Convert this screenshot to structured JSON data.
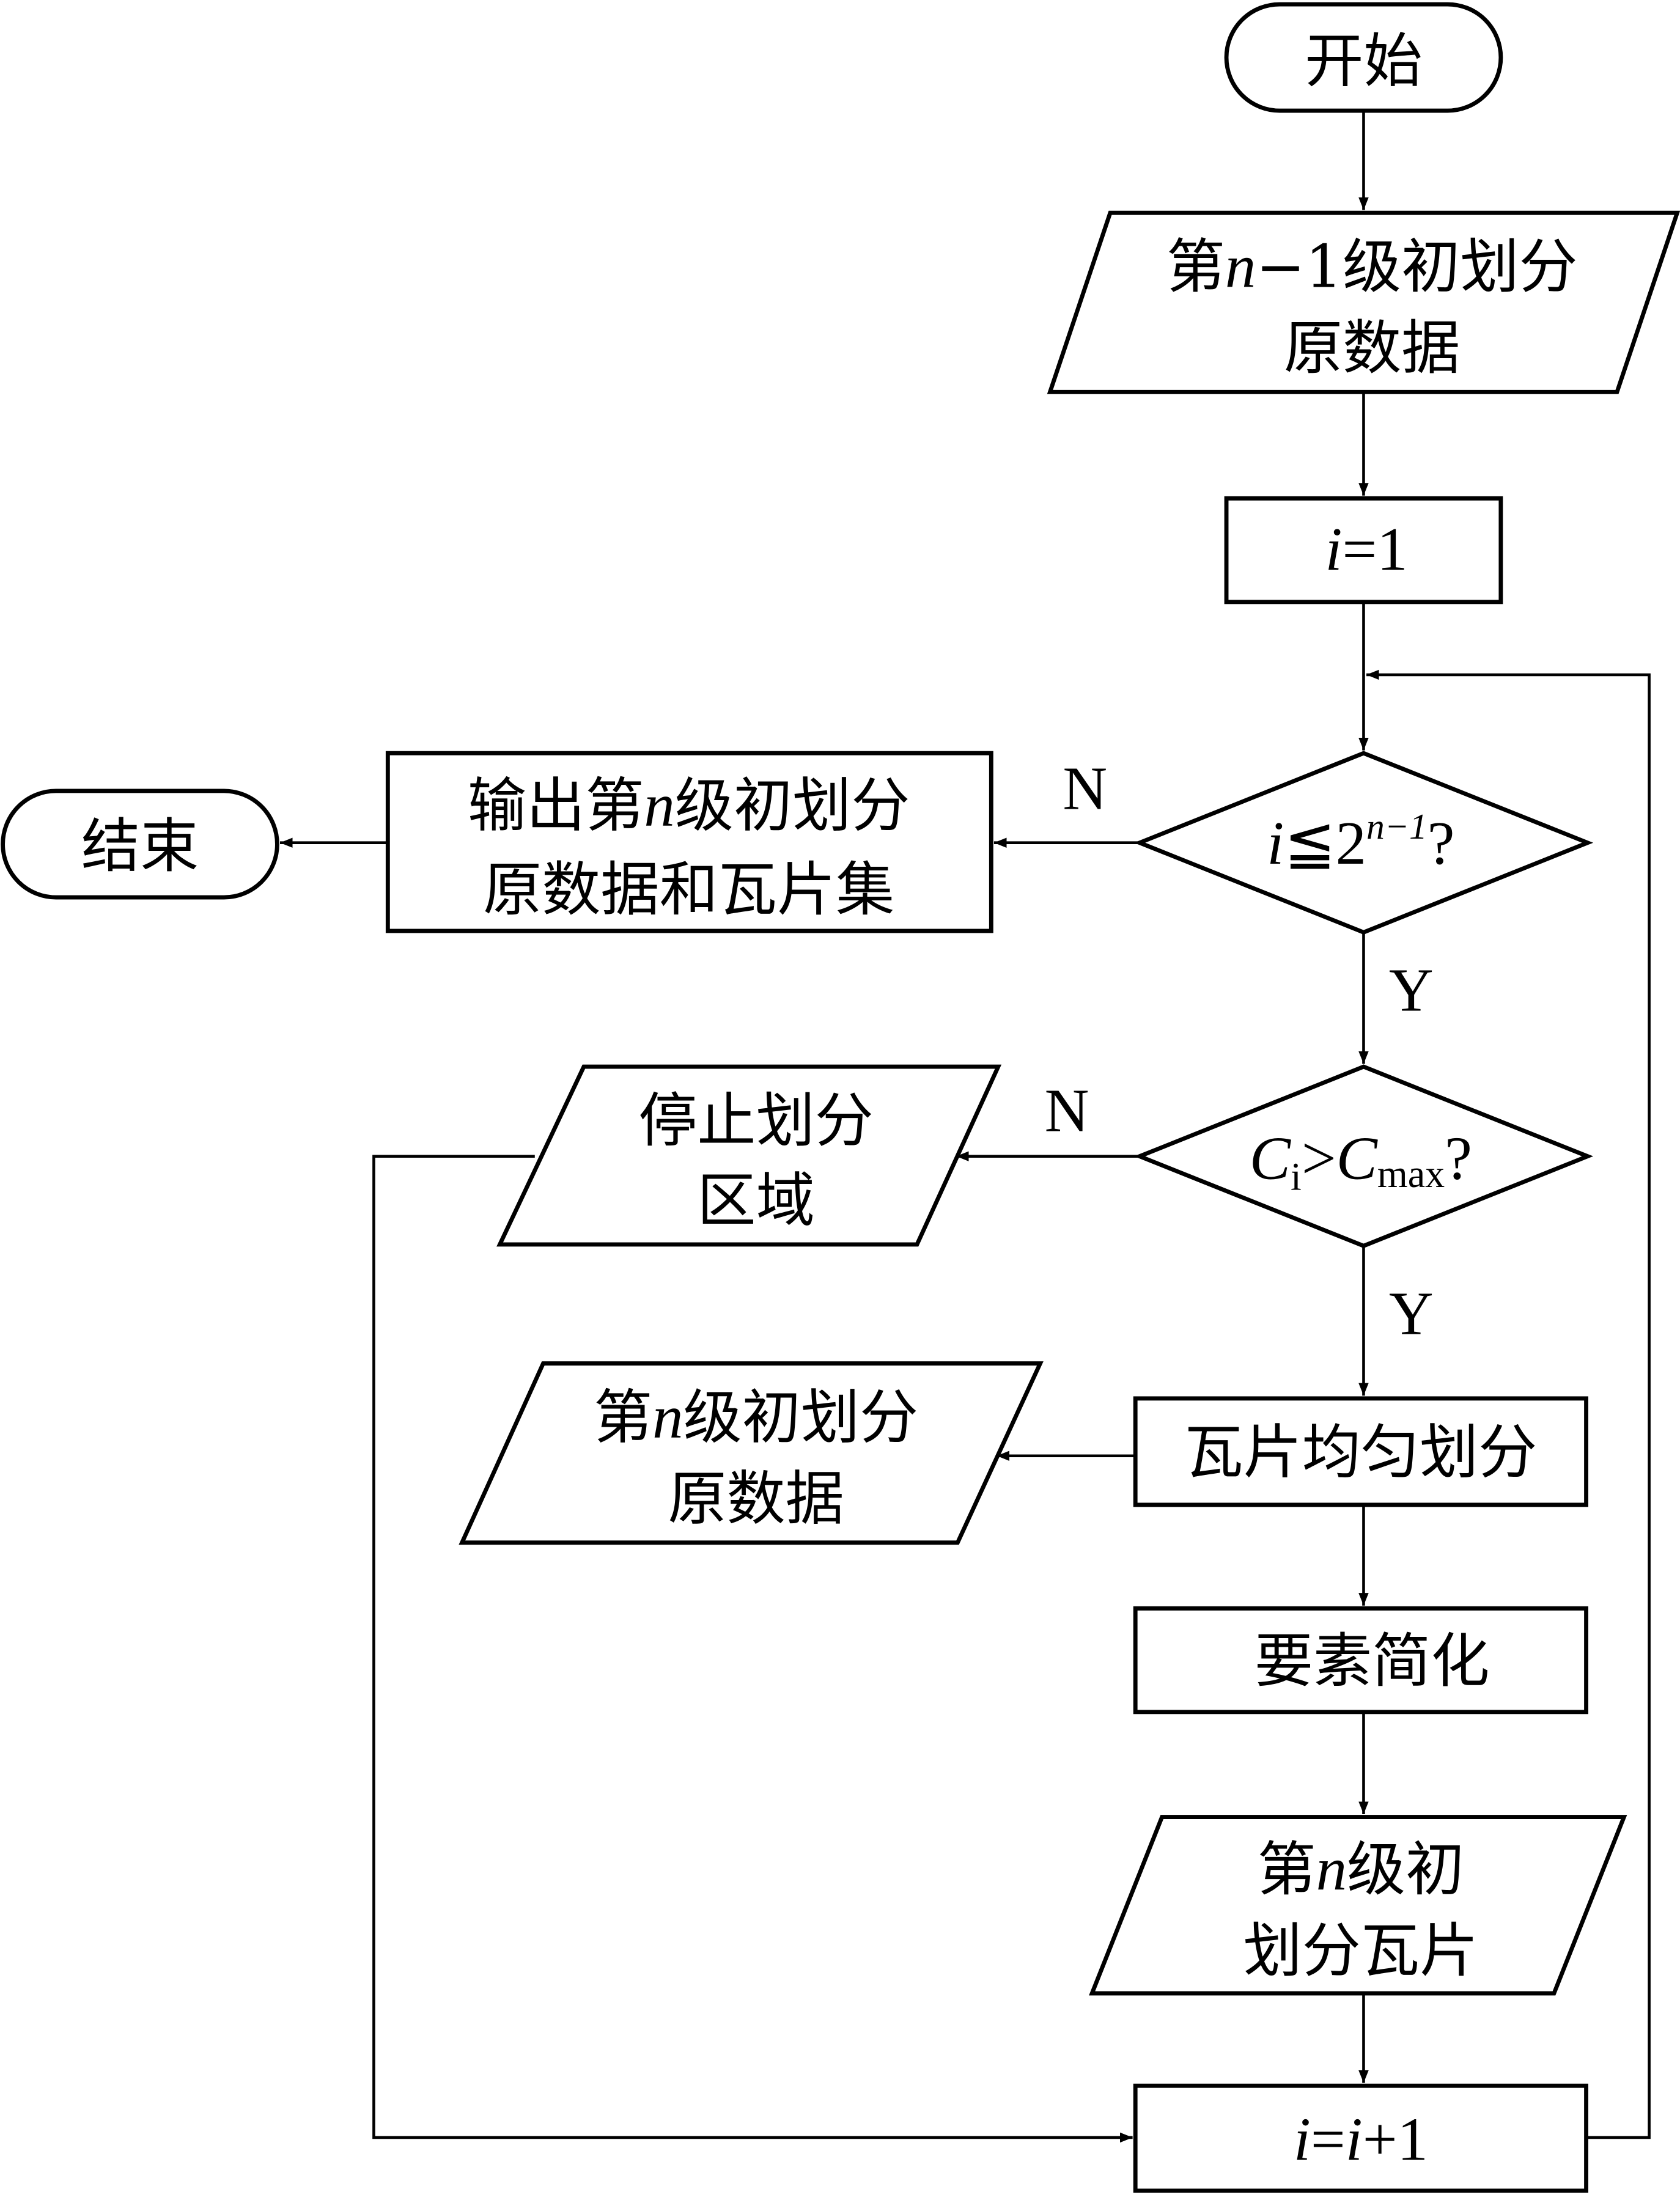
{
  "diagram": {
    "type": "flowchart",
    "nodes": {
      "start": {
        "shape": "terminator",
        "label": "开始"
      },
      "input_prev": {
        "shape": "parallelogram",
        "line1": "第n−1级初划分",
        "line1_parts": [
          "第",
          "n",
          "−1级初划分"
        ],
        "line2": "原数据"
      },
      "init_i": {
        "shape": "process",
        "label": "i=1",
        "parts": [
          "i",
          "=1"
        ]
      },
      "cond_loop": {
        "shape": "decision",
        "label": "i≤2^(n−1)?",
        "parts": [
          "i",
          "≦2",
          "n−1",
          "?"
        ]
      },
      "output": {
        "shape": "process",
        "line1": "输出第n级初划分",
        "line1_parts": [
          "输出第",
          "n",
          "级初划分"
        ],
        "line2": "原数据和瓦片集"
      },
      "end": {
        "shape": "terminator",
        "label": "结束"
      },
      "cond_cap": {
        "shape": "decision",
        "label": "Ci>Cmax?",
        "parts": [
          "C",
          "i",
          ">",
          "C",
          "max",
          "?"
        ]
      },
      "stop": {
        "shape": "parallelogram",
        "line1": "停止划分",
        "line2": "区域"
      },
      "split": {
        "shape": "process",
        "label": "瓦片均匀划分"
      },
      "data_n": {
        "shape": "parallelogram",
        "line1": "第n级初划分",
        "line1_parts": [
          "第",
          "n",
          "级初划分"
        ],
        "line2": "原数据"
      },
      "simplify": {
        "shape": "process",
        "label": "要素简化"
      },
      "tiles_n": {
        "shape": "parallelogram",
        "line1": "第n级初",
        "line1_parts": [
          "第",
          "n",
          "级初"
        ],
        "line2": "划分瓦片"
      },
      "increment": {
        "shape": "process",
        "label": "i=i+1",
        "parts": [
          "i",
          "=",
          "i",
          "+1"
        ]
      }
    },
    "edge_labels": {
      "loop_no": "N",
      "loop_yes": "Y",
      "cap_no": "N",
      "cap_yes": "Y"
    },
    "edges": [
      {
        "from": "start",
        "to": "input_prev"
      },
      {
        "from": "input_prev",
        "to": "init_i"
      },
      {
        "from": "init_i",
        "to": "cond_loop"
      },
      {
        "from": "cond_loop",
        "to": "output",
        "label": "N"
      },
      {
        "from": "output",
        "to": "end"
      },
      {
        "from": "cond_loop",
        "to": "cond_cap",
        "label": "Y"
      },
      {
        "from": "cond_cap",
        "to": "stop",
        "label": "N"
      },
      {
        "from": "cond_cap",
        "to": "split",
        "label": "Y"
      },
      {
        "from": "split",
        "to": "data_n"
      },
      {
        "from": "split",
        "to": "simplify"
      },
      {
        "from": "simplify",
        "to": "tiles_n"
      },
      {
        "from": "tiles_n",
        "to": "increment"
      },
      {
        "from": "stop",
        "to": "increment"
      },
      {
        "from": "increment",
        "to": "cond_loop"
      }
    ]
  }
}
